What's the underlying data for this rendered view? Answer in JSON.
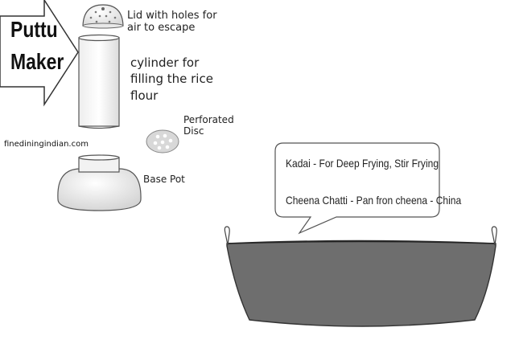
{
  "puttu": {
    "title_line1": "Puttu",
    "title_line2": "Maker",
    "lid_line1": "Lid with holes for",
    "lid_line2": "air to escape",
    "cylinder_line1": "cylinder for",
    "cylinder_line2": "filling the rice",
    "cylinder_line3": "flour",
    "disc_line1": "Perforated",
    "disc_line2": "Disc",
    "base_pot": "Base Pot",
    "website": "finediningindian.com"
  },
  "kadai": {
    "line1": "Kadai - For Deep Frying, Stir Frying",
    "line2": "Cheena Chatti - Pan fron cheena - China"
  },
  "colors": {
    "kadai_fill": "#6e6e6e",
    "outline": "#444444",
    "part_fill": "#ffffff"
  }
}
